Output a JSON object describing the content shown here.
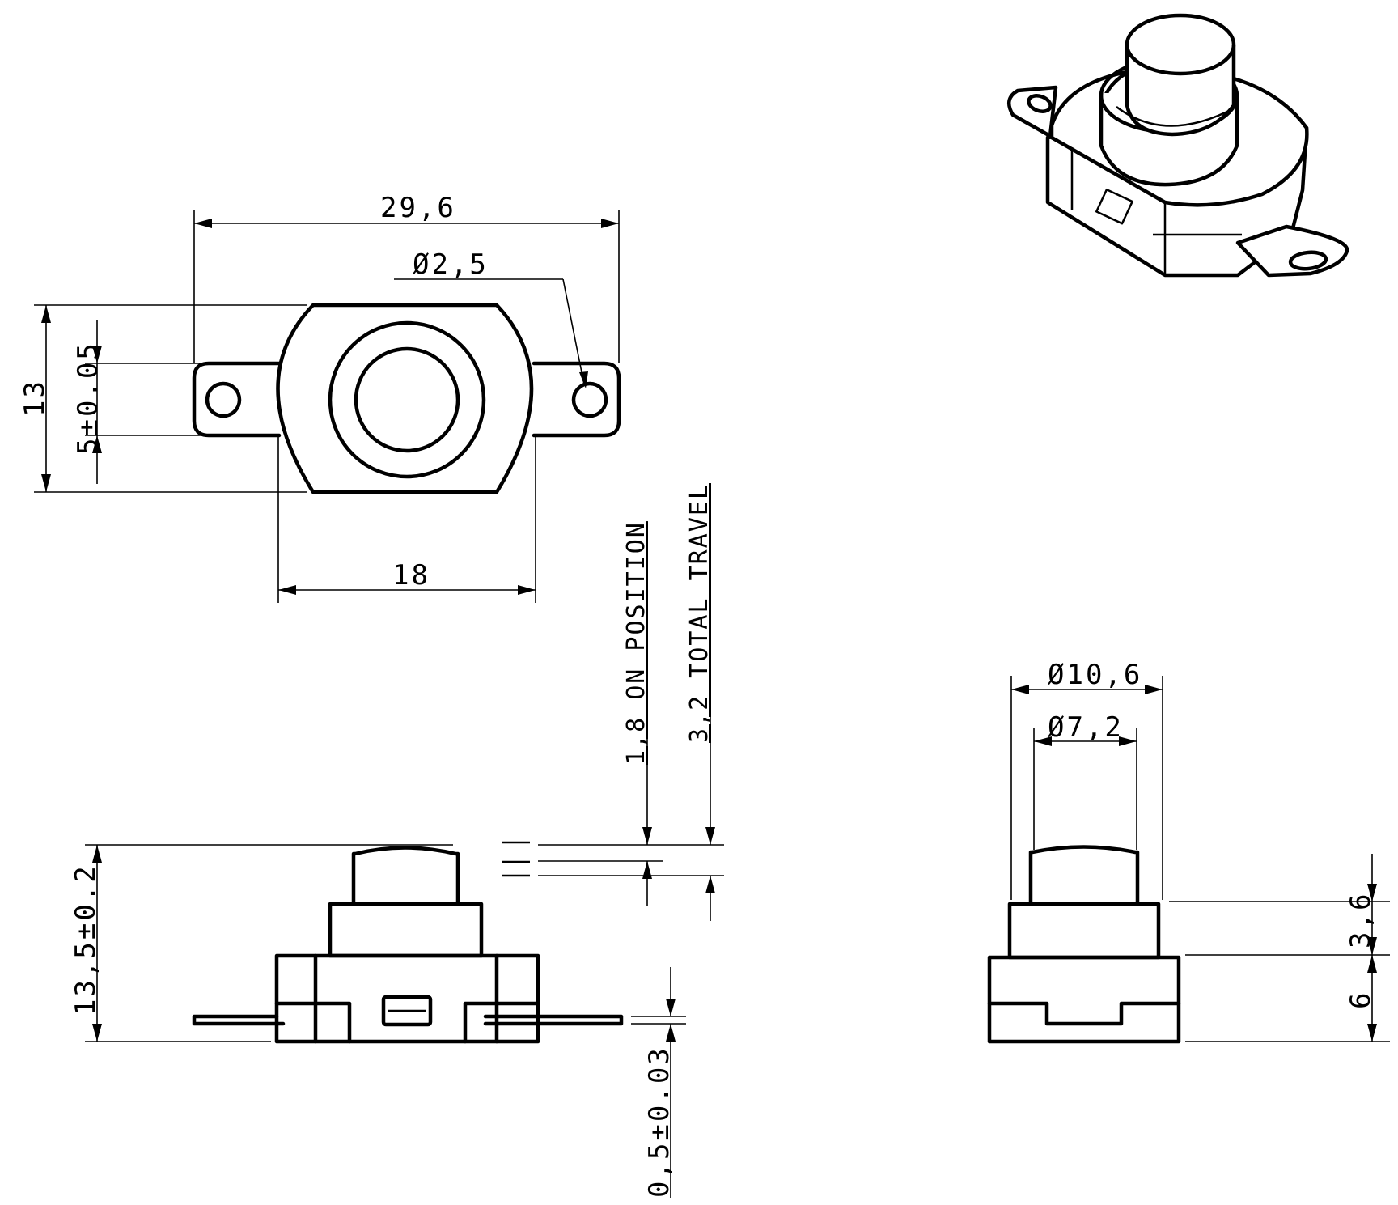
{
  "dimensions": {
    "overall_width": "29,6",
    "hole_diameter": "Ø2,5",
    "overall_height": "13",
    "hole_spacing": "5±0.05",
    "body_width": "18",
    "on_position": "1,8 ON POSITION",
    "total_travel": "3,2 TOTAL TRAVEL",
    "total_height": "13,5±0.2",
    "lead_thickness": "0,5±0.03",
    "cap_outer_diameter": "Ø10,6",
    "button_diameter": "Ø7,2",
    "button_height": "3,6",
    "body_height": "6"
  }
}
